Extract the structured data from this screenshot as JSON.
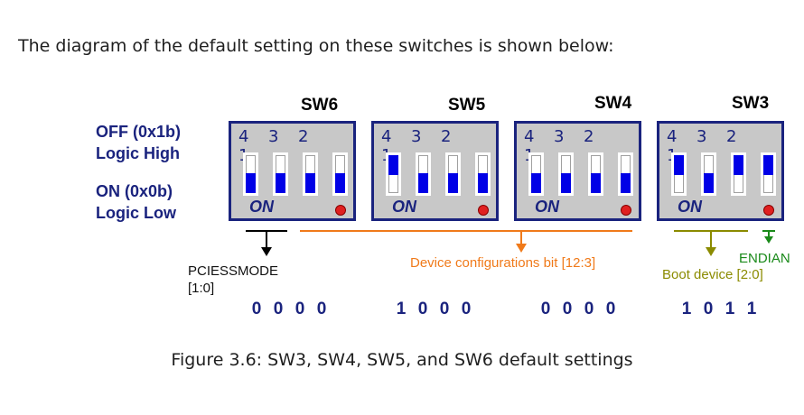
{
  "intro_text": "The diagram of the default setting on these switches is shown below:",
  "legend": {
    "off_line1": "OFF (0x1b)",
    "off_line2": "Logic High",
    "on_line1": "ON (0x0b)",
    "on_line2": "Logic Low"
  },
  "switches": [
    {
      "name": "SW6",
      "numbers": [
        "4",
        "3",
        "2",
        "1"
      ],
      "on_label": "ON",
      "positions": [
        "on",
        "on",
        "on",
        "on"
      ],
      "bits": [
        "0",
        "0",
        "0",
        "0"
      ]
    },
    {
      "name": "SW5",
      "numbers": [
        "4",
        "3",
        "2",
        "1"
      ],
      "on_label": "ON",
      "positions": [
        "off",
        "on",
        "on",
        "on"
      ],
      "bits": [
        "1",
        "0",
        "0",
        "0"
      ]
    },
    {
      "name": "SW4",
      "numbers": [
        "4",
        "3",
        "2",
        "1"
      ],
      "on_label": "ON",
      "positions": [
        "on",
        "on",
        "on",
        "on"
      ],
      "bits": [
        "0",
        "0",
        "0",
        "0"
      ]
    },
    {
      "name": "SW3",
      "numbers": [
        "4",
        "3",
        "2",
        "1"
      ],
      "on_label": "ON",
      "positions": [
        "off",
        "on",
        "off",
        "off"
      ],
      "bits": [
        "1",
        "0",
        "1",
        "1"
      ]
    }
  ],
  "annotations": {
    "pciessmode_line1": "PCIESSMODE",
    "pciessmode_line2": "[1:0]",
    "device_config": "Device configurations bit [12:3]",
    "boot_device": "Boot device [2:0]",
    "endian": "ENDIAN"
  },
  "colors": {
    "orange": "#f07a1a",
    "olive": "#8b8b00",
    "green": "#1a8a1a",
    "navy": "#1a237e"
  },
  "caption": "Figure 3.6: SW3, SW4, SW5, and SW6 default settings"
}
